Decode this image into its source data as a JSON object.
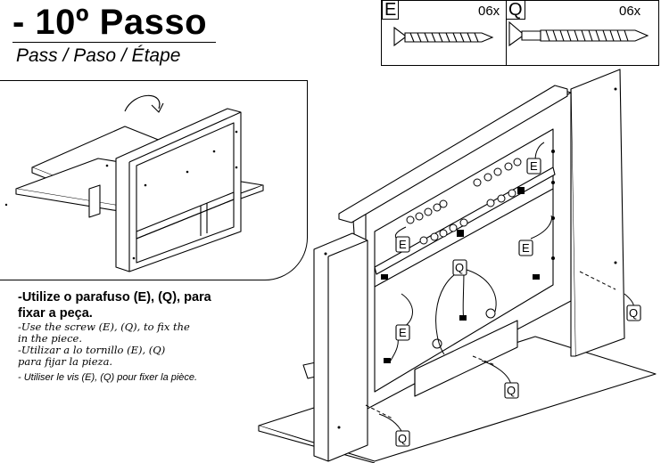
{
  "header": {
    "title": "- 10º Passo",
    "subtitle": "Pass / Paso / Étape"
  },
  "screws": [
    {
      "code": "E",
      "qty": "06x"
    },
    {
      "code": "Q",
      "qty": "06x"
    }
  ],
  "instructions": {
    "pt_line1": "-Utilize o parafuso (E), (Q), para",
    "pt_line2": "fixar a peça.",
    "en_line1": "-Use the screw (E), (Q), to fix the",
    "en_line2": "in the piece.",
    "es_line1": "-Utilizar a lo tornillo (E), (Q)",
    "es_line2": "para fijar  la pieza.",
    "fr": "- Utiliser le vis (E), (Q) pour fixer la pièce."
  },
  "callouts": {
    "e": "E",
    "q": "Q"
  }
}
